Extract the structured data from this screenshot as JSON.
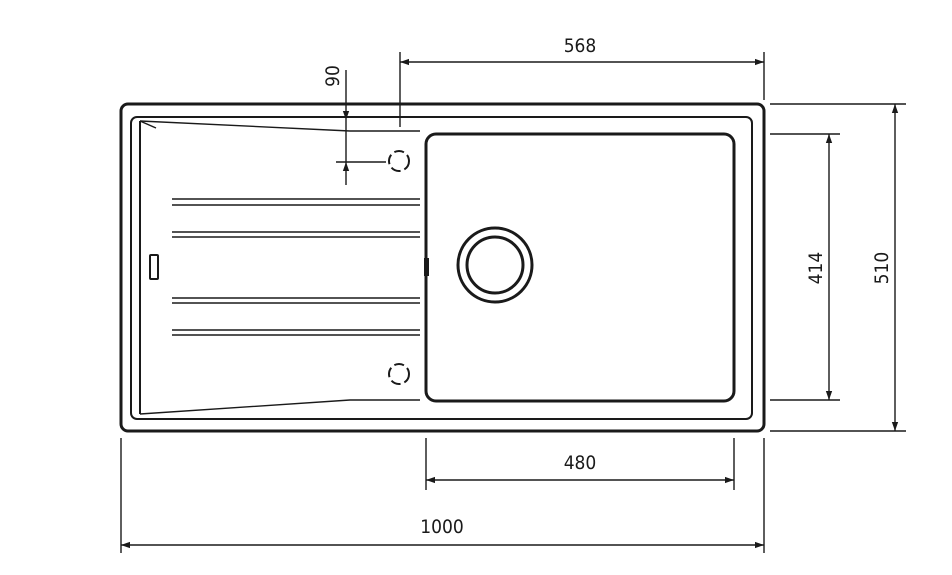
{
  "diagram": {
    "dimensions": {
      "bowl_offset": "568",
      "tap_hole_offset": "90",
      "bowl_depth": "414",
      "overall_depth": "510",
      "bowl_width": "480",
      "overall_width": "1000"
    },
    "colors": {
      "line": "#1a1a1a",
      "background": "#ffffff"
    }
  }
}
